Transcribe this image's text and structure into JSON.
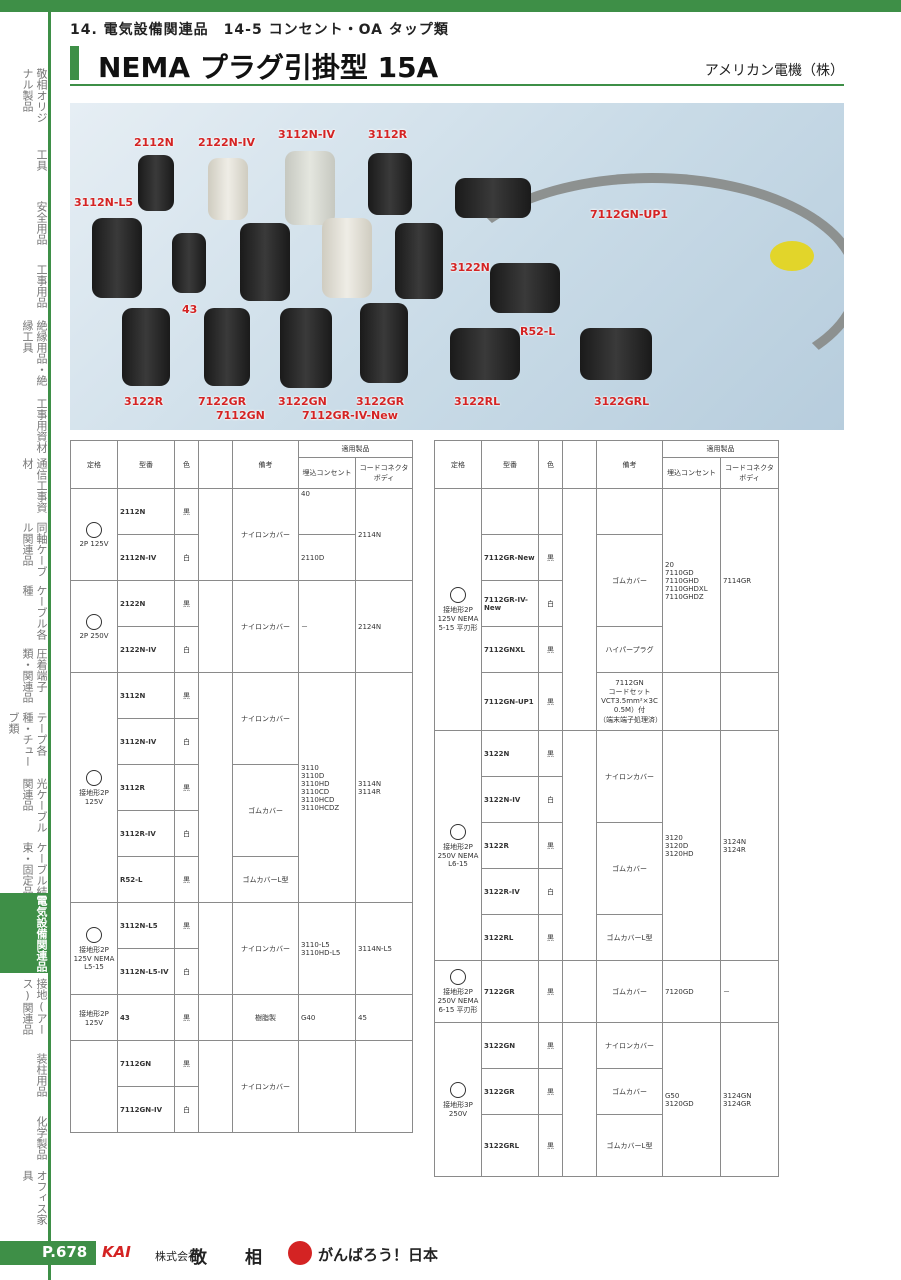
{
  "header": {
    "section": "14.  電気設備関連品　14-5 コンセント・OA タップ類",
    "title": "NEMA プラグ引掛型 15A",
    "maker": "アメリカン電機（株）"
  },
  "sidebar": [
    {
      "label": "敬相オリジナル製品",
      "active": false
    },
    {
      "label": "工具",
      "active": false
    },
    {
      "label": "安全用品",
      "active": false
    },
    {
      "label": "工事用品",
      "active": false
    },
    {
      "label": "絶縁用品・絶縁工具",
      "active": false
    },
    {
      "label": "工事用資材",
      "active": false
    },
    {
      "label": "通信工事資材",
      "active": false
    },
    {
      "label": "同軸ケーブル関連品",
      "active": false
    },
    {
      "label": "ケーブル各種",
      "active": false
    },
    {
      "label": "圧着端子類・関連品",
      "active": false
    },
    {
      "label": "テープ各種・チューブ類",
      "active": false
    },
    {
      "label": "光ケーブル関連品",
      "active": false
    },
    {
      "label": "ケーブル結束・固定品",
      "active": false
    },
    {
      "label": "電気設備関連品",
      "active": true
    },
    {
      "label": "接地(アース)関連品",
      "active": false
    },
    {
      "label": "装柱用品",
      "active": false
    },
    {
      "label": "化学製品",
      "active": false
    },
    {
      "label": "オフィス家具",
      "active": false
    }
  ],
  "photo_labels": {
    "l2112n": "2112N",
    "l2122niv": "2122N-IV",
    "l3112niv": "3112N-IV",
    "l3112r": "3112R",
    "l3112nl5": "3112N-L5",
    "l43": "43",
    "l7112gnup1": "7112GN-UP1",
    "l3122n": "3122N",
    "lr52l": "R52-L",
    "l3122r": "3122R",
    "l7122gr": "7122GR",
    "l7112gn": "7112GN",
    "l3122gn": "3122GN",
    "l3122gr": "3122GR",
    "l7112grivnew": "7112GR-IV-New",
    "l3122rl": "3122RL",
    "l3122grl": "3122GRL"
  },
  "table_headers": {
    "std": "定格",
    "model": "型番",
    "color": "色",
    "note": "備考",
    "applicable": "適用製品",
    "embedded": "埋込コンセント",
    "cord": "コードコネクタボディ"
  },
  "left_table": {
    "g1": {
      "std": "2P 125V",
      "m1": "2112N",
      "c1": "黒",
      "m2": "2112N-IV",
      "c2": "白",
      "note": "ナイロンカバー",
      "e1": "40",
      "e2": "2110D",
      "cord": "2114N"
    },
    "g2": {
      "std": "2P 250V",
      "m1": "2122N",
      "c1": "黒",
      "m2": "2122N-IV",
      "c2": "白",
      "note": "ナイロンカバー",
      "emb": "－",
      "cord": "2124N"
    },
    "g3": {
      "std": "接地形2P 125V",
      "m1": "3112N",
      "c1": "黒",
      "m2": "3112N-IV",
      "c2": "白",
      "note1": "ナイロンカバー",
      "m3": "3112R",
      "c3": "黒",
      "m4": "3112R-IV",
      "c4": "白",
      "note2": "ゴムカバー",
      "m5": "R52-L",
      "c5": "黒",
      "note3": "ゴムカバーL型",
      "emb": [
        "3110",
        "3110D",
        "3110HD",
        "3110CD",
        "3110HCD",
        "3110HCDZ"
      ],
      "cord": [
        "3114N",
        "3114R"
      ]
    },
    "g4": {
      "std": "接地形2P 125V NEMA L5-15",
      "m1": "3112N-L5",
      "c1": "黒",
      "m2": "3112N-L5-IV",
      "c2": "白",
      "note": "ナイロンカバー",
      "emb": [
        "3110-L5",
        "3110HD-L5"
      ],
      "cord": "3114N-L5"
    },
    "g5": {
      "std": "接地形2P 125V",
      "m1": "43",
      "c1": "黒",
      "note": "樹脂製",
      "emb": "G40",
      "cord": "45"
    },
    "g6": {
      "m1": "7112GN",
      "c1": "黒",
      "m2": "7112GN-IV",
      "c2": "白",
      "note": "ナイロンカバー"
    }
  },
  "right_table": {
    "g1": {
      "std": "接地形2P 125V NEMA 5-15 平刃形",
      "m1": "7112GR-New",
      "c1": "黒",
      "m2": "7112GR-IV-New",
      "c2": "白",
      "note1": "ゴムカバー",
      "m3": "7112GNXL",
      "c3": "黒",
      "note3": "ハイパープラグ",
      "m4": "7112GN-UP1",
      "c4": "黒",
      "note4": [
        "7112GN",
        "コードセット",
        "VCT3.5mm²×3C",
        "0.5M）付",
        "（端末端子処理済）"
      ],
      "emb": [
        "20",
        "7110GD",
        "7110GHD",
        "7110GHDXL",
        "7110GHDZ"
      ],
      "cord": "7114GR"
    },
    "g2": {
      "std": "接地形2P 250V NEMA L6-15",
      "m1": "3122N",
      "c1": "黒",
      "m2": "3122N-IV",
      "c2": "白",
      "note1": "ナイロンカバー",
      "m3": "3122R",
      "c3": "黒",
      "m4": "3122R-IV",
      "c4": "白",
      "note2": "ゴムカバー",
      "m5": "3122RL",
      "c5": "黒",
      "note3": "ゴムカバーL型",
      "emb": [
        "3120",
        "3120D",
        "3120HD"
      ],
      "cord": [
        "3124N",
        "3124R"
      ]
    },
    "g3": {
      "std": "接地形2P 250V NEMA 6-15 平刃形",
      "m1": "7122GR",
      "c1": "黒",
      "note": "ゴムカバー",
      "emb": "7120GD",
      "cord": "－"
    },
    "g4": {
      "std": "接地形3P 250V",
      "m1": "3122GN",
      "c1": "黒",
      "note1": "ナイロンカバー",
      "m2": "3122GR",
      "c2": "黒",
      "note2": "ゴムカバー",
      "m3": "3122GRL",
      "c3": "黒",
      "note3": "ゴムカバーL型",
      "emb": [
        "G50",
        "3120GD"
      ],
      "cord": [
        "3124GN",
        "3124GR"
      ]
    }
  },
  "footer": {
    "page": "P.678",
    "logo": "KAI",
    "company": "株式会社",
    "brand1": "敬",
    "brand2": "相",
    "slogan": "がんばろう！日本"
  }
}
